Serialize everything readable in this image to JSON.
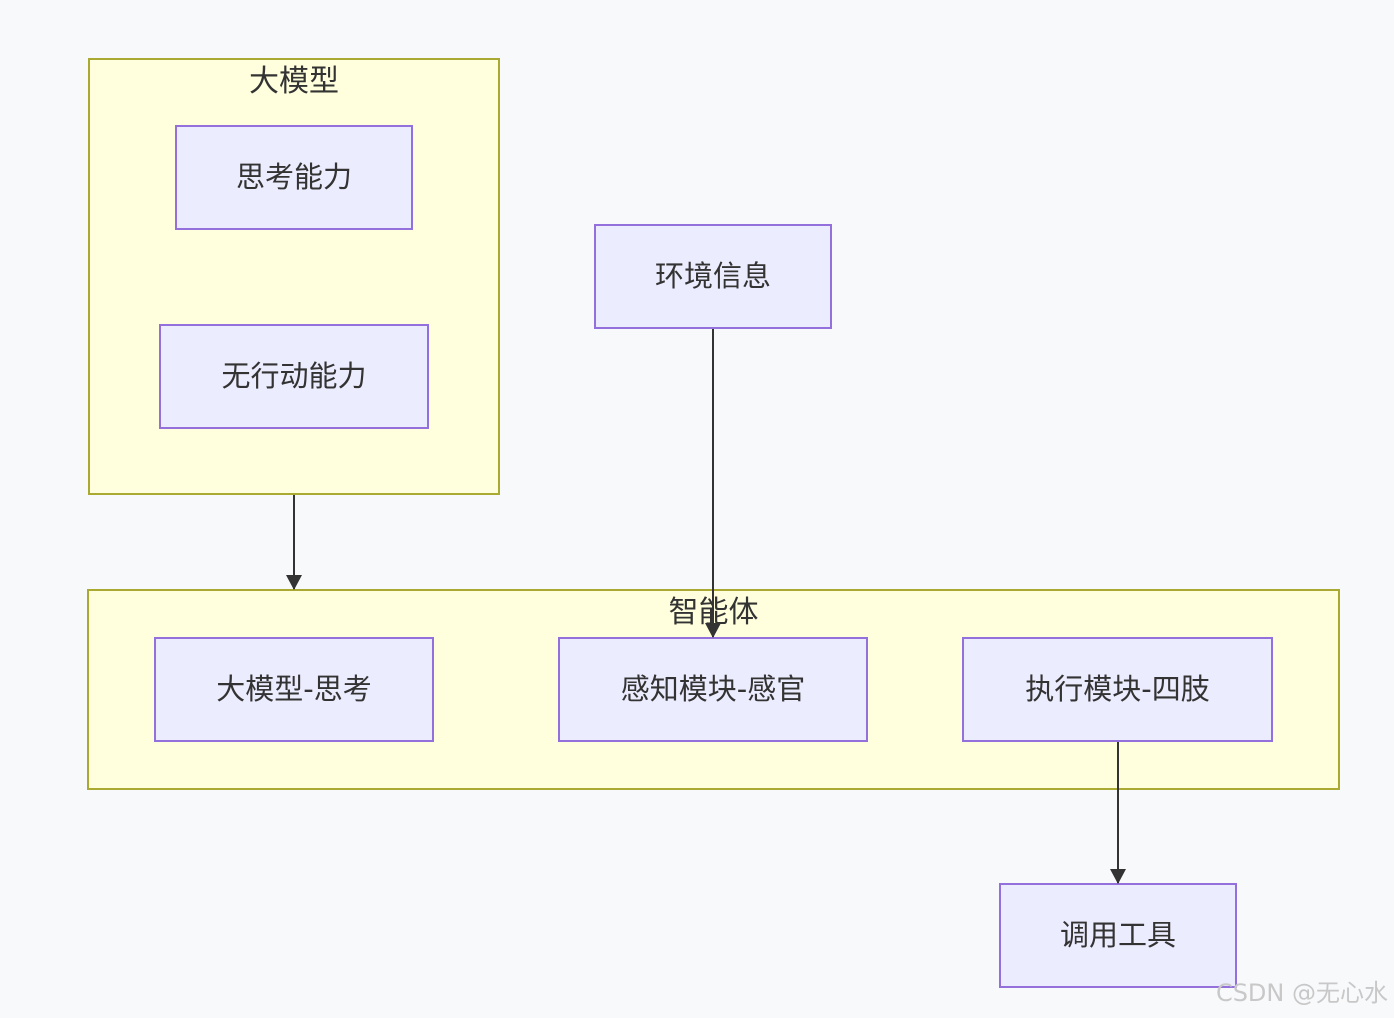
{
  "clusters": {
    "llm": {
      "title": "大模型"
    },
    "agent": {
      "title": "智能体"
    }
  },
  "nodes": {
    "thinking": "思考能力",
    "no_action": "无行动能力",
    "environment": "环境信息",
    "agent_llm": "大模型-思考",
    "perception": "感知模块-感官",
    "execution": "执行模块-四肢",
    "tools": "调用工具"
  },
  "watermark": "CSDN @无心水",
  "colors": {
    "background": "#f8f9fb",
    "cluster_fill": "#ffffde",
    "cluster_border": "#aaaa33",
    "node_fill": "#ececff",
    "node_border": "#9370db",
    "edge": "#333333",
    "text": "#333333"
  }
}
